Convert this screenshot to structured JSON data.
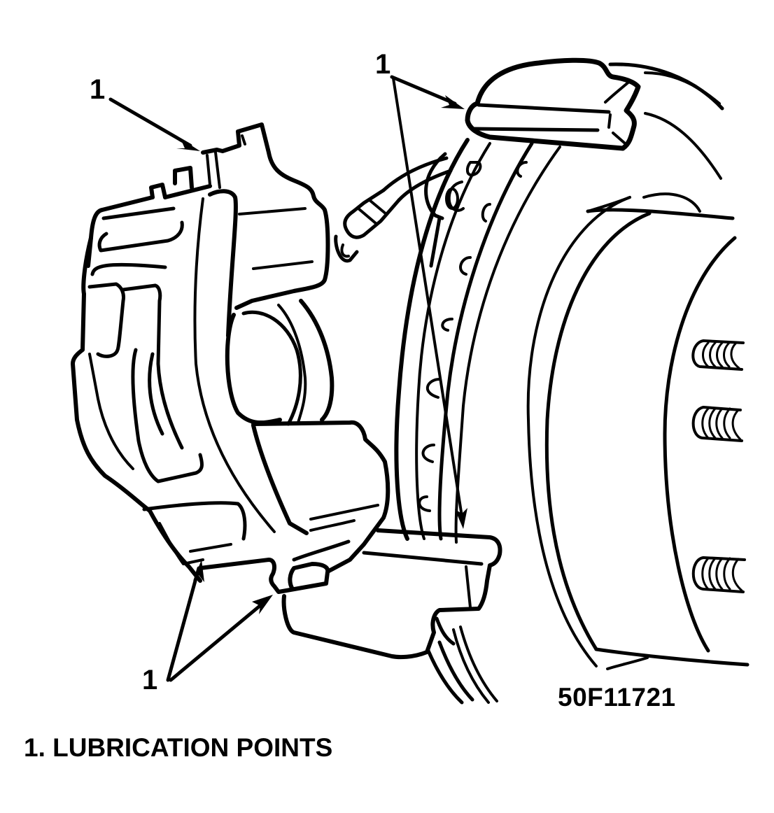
{
  "diagram": {
    "subject": "disc brake caliper assembly with rotor and hub",
    "colors": {
      "ink": "#000000",
      "background": "#ffffff"
    },
    "callouts": [
      {
        "id": "top-left",
        "label": "1",
        "target": "caliper upper bushing/abutment"
      },
      {
        "id": "top-right",
        "label": "1",
        "target": "upper pad abutment on anchor (two arrows)"
      },
      {
        "id": "bottom-left",
        "label": "1",
        "target": "caliper lower abutments (two arrows)"
      }
    ],
    "figure_code": "50F11721",
    "legend": [
      {
        "number": "1.",
        "text": "LUBRICATION POINTS",
        "full": "1. LUBRICATION POINTS"
      }
    ]
  }
}
